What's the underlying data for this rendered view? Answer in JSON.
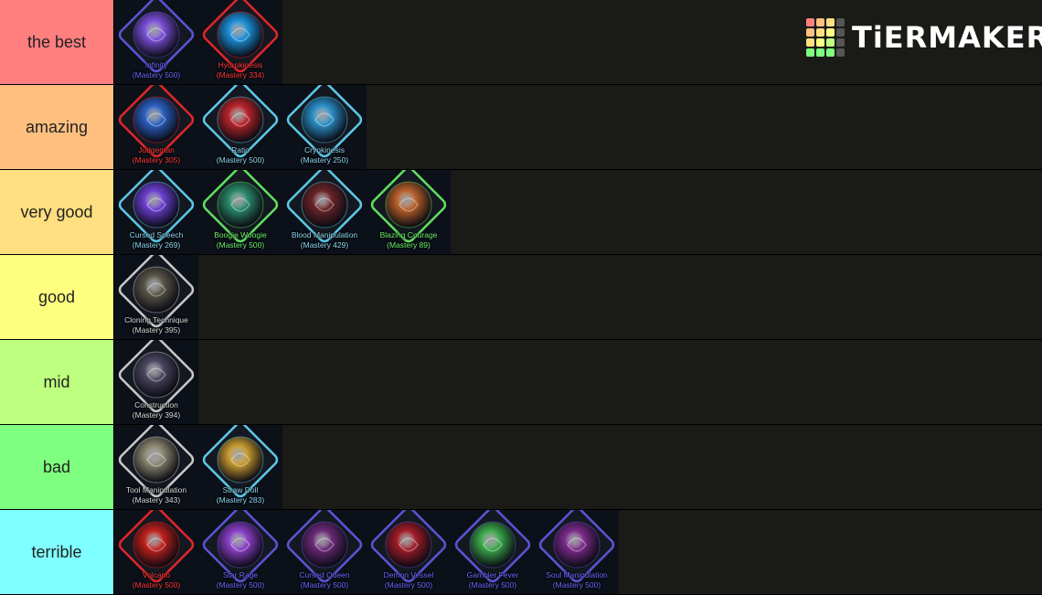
{
  "brand": {
    "name": "TiERMAKER",
    "grid_colors": [
      "#ff7f7f",
      "#ffbf7f",
      "#ffdf7f",
      "#555555",
      "#ffbf7f",
      "#ffdf7f",
      "#ffff7f",
      "#555555",
      "#ffdf7f",
      "#ffff7f",
      "#bfff7f",
      "#555555",
      "#7fff7f",
      "#7fff7f",
      "#7fff7f",
      "#555555"
    ]
  },
  "tiers": [
    {
      "label": "the best",
      "color": "#ff7f7f",
      "items": [
        {
          "name": "Infinity",
          "mastery": "(Mastery 500)",
          "frame": "#5b54d6",
          "orb": "#7a4fd8",
          "text": "#6e66ff",
          "icon": "infinity-icon"
        },
        {
          "name": "Hydrokinesis",
          "mastery": "(Mastery 334)",
          "frame": "#e0262a",
          "orb": "#1c8fd8",
          "text": "#ff3b3b",
          "icon": "wave-icon"
        }
      ]
    },
    {
      "label": "amazing",
      "color": "#ffbf7f",
      "items": [
        {
          "name": "Judgeman",
          "mastery": "(Mastery 305)",
          "frame": "#e0262a",
          "orb": "#2a5fc0",
          "text": "#ff3b3b",
          "icon": "scales-icon"
        },
        {
          "name": "Ratio",
          "mastery": "(Mastery 500)",
          "frame": "#5cc8e8",
          "orb": "#b8242a",
          "text": "#8fd8f0",
          "icon": "ratio-icon"
        },
        {
          "name": "Cryokinesis",
          "mastery": "(Mastery 250)",
          "frame": "#5cc8e8",
          "orb": "#2a8fc8",
          "text": "#8fd8f0",
          "icon": "snowflake-icon"
        }
      ]
    },
    {
      "label": "very good",
      "color": "#ffdf7f",
      "items": [
        {
          "name": "Cursed Speech",
          "mastery": "(Mastery 269)",
          "frame": "#5cc8e8",
          "orb": "#6a3fd0",
          "text": "#8fd8f0",
          "icon": "cursed-speech-icon"
        },
        {
          "name": "Boogie Woogie",
          "mastery": "(Mastery 500)",
          "frame": "#5fe05f",
          "orb": "#2a8a6a",
          "text": "#6cf06c",
          "icon": "boogie-woogie-icon"
        },
        {
          "name": "Blood Manipulation",
          "mastery": "(Mastery 429)",
          "frame": "#5cc8e8",
          "orb": "#6a2428",
          "text": "#8fd8f0",
          "icon": "blood-drop-icon"
        },
        {
          "name": "Blazing Courage",
          "mastery": "(Mastery 89)",
          "frame": "#5fe05f",
          "orb": "#b8602a",
          "text": "#6cf06c",
          "icon": "flame-icon"
        }
      ]
    },
    {
      "label": "good",
      "color": "#ffff7f",
      "items": [
        {
          "name": "Cloning Technique",
          "mastery": "(Mastery 395)",
          "frame": "#c8c8c8",
          "orb": "#5a5548",
          "text": "#d8d8d8",
          "icon": "clone-icon"
        }
      ]
    },
    {
      "label": "mid",
      "color": "#bfff7f",
      "items": [
        {
          "name": "Construction",
          "mastery": "(Mastery 394)",
          "frame": "#c8c8c8",
          "orb": "#4a4660",
          "text": "#d8d8d8",
          "icon": "construction-icon"
        }
      ]
    },
    {
      "label": "bad",
      "color": "#7fff7f",
      "items": [
        {
          "name": "Tool Manipulation",
          "mastery": "(Mastery 343)",
          "frame": "#c8c8c8",
          "orb": "#8a8670",
          "text": "#d8d8d8",
          "icon": "tool-icon"
        },
        {
          "name": "Straw Doll",
          "mastery": "(Mastery 283)",
          "frame": "#5cc8e8",
          "orb": "#c89a30",
          "text": "#8fd8f0",
          "icon": "straw-doll-icon"
        }
      ]
    },
    {
      "label": "terrible",
      "color": "#7fffff",
      "items": [
        {
          "name": "Volcano",
          "mastery": "(Mastery 500)",
          "frame": "#e0262a",
          "orb": "#c0201c",
          "text": "#ff3b3b",
          "icon": "volcano-icon"
        },
        {
          "name": "Star Rage",
          "mastery": "(Mastery 500)",
          "frame": "#5b54d6",
          "orb": "#8a3fc8",
          "text": "#6e66ff",
          "icon": "star-rage-icon"
        },
        {
          "name": "Cursed Queen",
          "mastery": "(Mastery 500)",
          "frame": "#5b54d6",
          "orb": "#6a2a78",
          "text": "#6e66ff",
          "icon": "cursed-queen-icon"
        },
        {
          "name": "Demon Vessel",
          "mastery": "(Mastery 500)",
          "frame": "#5b54d6",
          "orb": "#a01c28",
          "text": "#6e66ff",
          "icon": "demon-vessel-icon"
        },
        {
          "name": "Gambler Fever",
          "mastery": "(Mastery 500)",
          "frame": "#5b54d6",
          "orb": "#3aa84a",
          "text": "#6e66ff",
          "icon": "777-icon"
        },
        {
          "name": "Soul Manipulation",
          "mastery": "(Mastery 500)",
          "frame": "#5b54d6",
          "orb": "#7a2a8a",
          "text": "#6e66ff",
          "icon": "soul-icon"
        }
      ]
    }
  ]
}
